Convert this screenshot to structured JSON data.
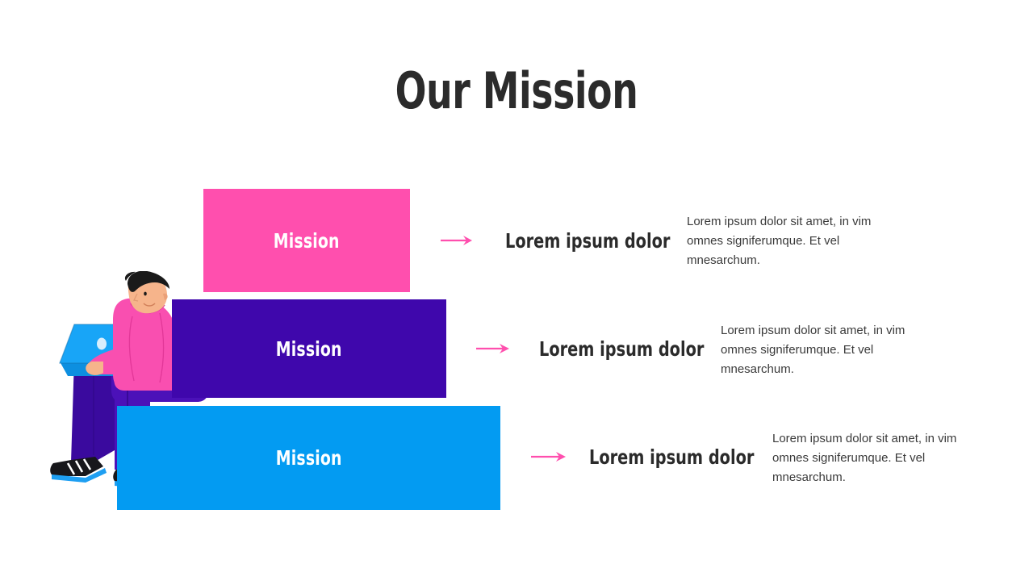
{
  "slide": {
    "title": "Our Mission",
    "background_color": "#ffffff",
    "title_color": "#2b2b2b"
  },
  "colors": {
    "pink": "#ff4fae",
    "purple": "#3f07ac",
    "blue": "#039bf2",
    "arrow": "#ff4fae",
    "text_dark": "#2b2b2b",
    "body_text": "#3a3a3a",
    "bar_label": "#ffffff"
  },
  "rows": [
    {
      "bar_label": "Mission",
      "bar_color": "#ff4fae",
      "arrow_icon": "arrow-right-icon",
      "heading": "Lorem ipsum dolor",
      "body": "Lorem ipsum dolor sit amet, in vim omnes signiferumque. Et vel mnesarchum."
    },
    {
      "bar_label": "Mission",
      "bar_color": "#3f07ac",
      "arrow_icon": "arrow-right-icon",
      "heading": "Lorem ipsum dolor",
      "body": "Lorem ipsum dolor sit amet, in vim omnes signiferumque. Et vel mnesarchum."
    },
    {
      "bar_label": "Mission",
      "bar_color": "#039bf2",
      "arrow_icon": "arrow-right-icon",
      "heading": "Lorem ipsum dolor",
      "body": "Lorem ipsum dolor sit amet, in vim omnes signiferumque. Et vel mnesarchum."
    }
  ],
  "illustration": {
    "name": "person-sitting-with-laptop",
    "colors": {
      "hair": "#1a1a1a",
      "skin": "#f6b48b",
      "sweater": "#f94fb0",
      "pants": "#4b11b8",
      "pants_dark": "#3a0a9e",
      "laptop": "#0aa0f5",
      "laptop_light": "#2bb2fa",
      "shoe": "#17171b",
      "shoe_sole": "#1e9ff2",
      "shoe_stripe": "#ffffff"
    }
  }
}
